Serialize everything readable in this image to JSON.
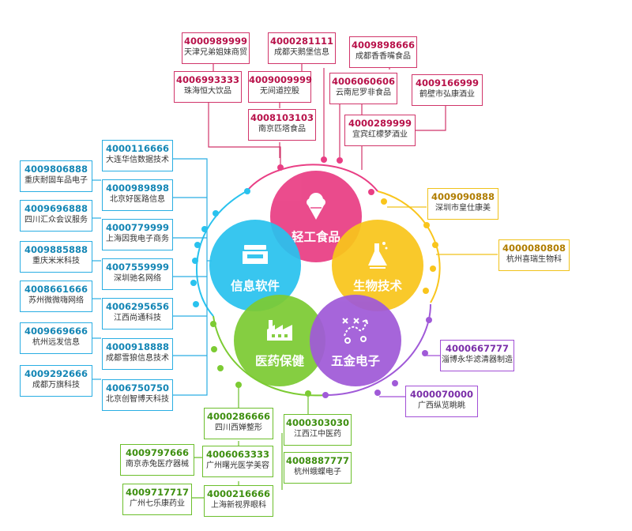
{
  "categories": {
    "food": {
      "label": "轻工食品",
      "icon": "ice-cream-icon",
      "color": "#e93e84",
      "companies": [
        {
          "phone": "4000989999",
          "name": "天津兄弟姐妹商贸"
        },
        {
          "phone": "4000281111",
          "name": "成都天鹅堡信息"
        },
        {
          "phone": "4009898666",
          "name": "成都香香嘴食品"
        },
        {
          "phone": "4006993333",
          "name": "珠海恒大饮品"
        },
        {
          "phone": "4009009999",
          "name": "无间道控股"
        },
        {
          "phone": "4006060606",
          "name": "云南尼罗非食品"
        },
        {
          "phone": "4009166999",
          "name": "鹤壁市弘康酒业"
        },
        {
          "phone": "4008103103",
          "name": "南京匹塔食品"
        },
        {
          "phone": "4000289999",
          "name": "宜宾红檬梦酒业"
        }
      ]
    },
    "bio": {
      "label": "生物技术",
      "icon": "flask-icon",
      "color": "#f9c51c",
      "companies": [
        {
          "phone": "4009090888",
          "name": "深圳市皇仕康美"
        },
        {
          "phone": "4000080808",
          "name": "杭州喜瑞生物科"
        }
      ]
    },
    "hardware": {
      "label": "五金电子",
      "icon": "tactics-icon",
      "color": "#a05ad8",
      "companies": [
        {
          "phone": "4000667777",
          "name": "淄博永华滤清器制造"
        },
        {
          "phone": "4000070000",
          "name": "广西纵览眺眺"
        }
      ]
    },
    "medical": {
      "label": "医药保健",
      "icon": "factory-icon",
      "color": "#7ccb33",
      "companies": [
        {
          "phone": "4000286666",
          "name": "四川西婵整形"
        },
        {
          "phone": "4000303030",
          "name": "江西江中医药"
        },
        {
          "phone": "4009797666",
          "name": "南京赤兔医疗器械"
        },
        {
          "phone": "4006063333",
          "name": "广州曙光医学美容"
        },
        {
          "phone": "4008887777",
          "name": "杭州蛾蝶电子"
        },
        {
          "phone": "4009717717",
          "name": "广州七乐康药业"
        },
        {
          "phone": "4000216666",
          "name": "上海新视界眼科"
        }
      ]
    },
    "info": {
      "label": "信息软件",
      "icon": "inbox-tray-icon",
      "color": "#29c2ee",
      "companies": [
        {
          "phone": "4000116666",
          "name": "大连华信数据技术"
        },
        {
          "phone": "4009806888",
          "name": "重庆耐固车品电子"
        },
        {
          "phone": "4000989898",
          "name": "北京好医路信息"
        },
        {
          "phone": "4009696888",
          "name": "四川汇众会议服务"
        },
        {
          "phone": "4000779999",
          "name": "上海因我电子商务"
        },
        {
          "phone": "4009885888",
          "name": "重庆米米科技"
        },
        {
          "phone": "4007559999",
          "name": "深圳驰名网络"
        },
        {
          "phone": "4008661666",
          "name": "苏州微微嗨网络"
        },
        {
          "phone": "4006295656",
          "name": "江西尚通科技"
        },
        {
          "phone": "4009669666",
          "name": "杭州远发信息"
        },
        {
          "phone": "4000918888",
          "name": "成都雪狼信息技术"
        },
        {
          "phone": "4009292666",
          "name": "成都万旗科技"
        },
        {
          "phone": "4006750750",
          "name": "北京创智博天科技"
        }
      ]
    }
  }
}
